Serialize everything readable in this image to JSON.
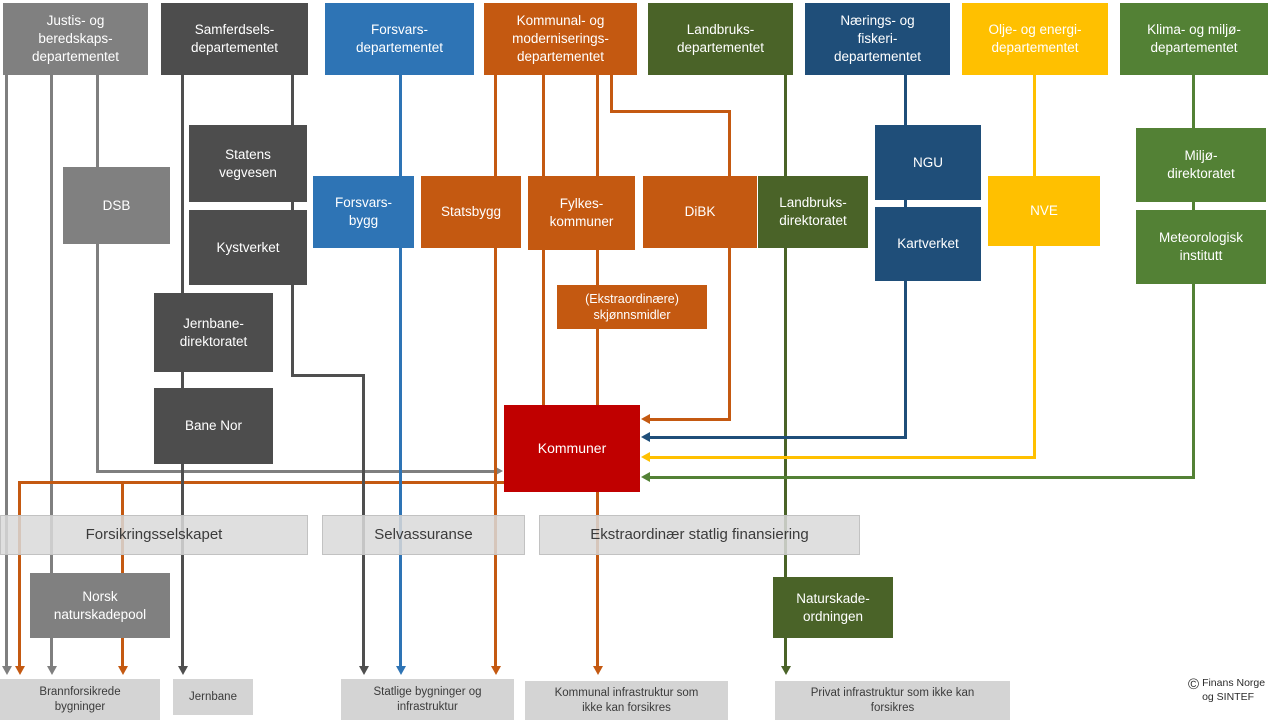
{
  "palette": {
    "gray": "#808080",
    "dark_gray": "#4d4d4d",
    "blue": "#2e74b5",
    "orange": "#c45911",
    "dark_green": "#4a6328",
    "navy": "#1f4e79",
    "yellow": "#ffc000",
    "green": "#538135",
    "red": "#c00000",
    "bar_gray": "#d9d9d9",
    "bottom_box_gray": "#d4d4d4"
  },
  "nodes": {
    "justis": {
      "label": "Justis- og\nberedskaps-\ndepartementet"
    },
    "samferdsels": {
      "label": "Samferdsels-\ndepartementet"
    },
    "forsvars": {
      "label": "Forsvars-\ndepartementet"
    },
    "kommunal": {
      "label": "Kommunal- og\nmoderniserings-\ndepartementet"
    },
    "landbruks": {
      "label": "Landbruks-\ndepartementet"
    },
    "naerings": {
      "label": "Nærings- og\nfiskeri-\ndepartementet"
    },
    "olje": {
      "label": "Olje- og energi-\ndepartementet"
    },
    "klima": {
      "label": "Klima- og miljø-\ndepartementet"
    },
    "dsb": {
      "label": "DSB"
    },
    "statens_vegvesen": {
      "label": "Statens\nvegvesen"
    },
    "kystverket": {
      "label": "Kystverket"
    },
    "forsvarsbygg": {
      "label": "Forsvars-\nbygg"
    },
    "statsbygg": {
      "label": "Statsbygg"
    },
    "fylkeskommuner": {
      "label": "Fylkes-\nkommuner"
    },
    "dibk": {
      "label": "DiBK"
    },
    "landbruksdirektoratet": {
      "label": "Landbruks-\ndirektoratet"
    },
    "ngu": {
      "label": "NGU"
    },
    "kartverket": {
      "label": "Kartverket"
    },
    "nve": {
      "label": "NVE"
    },
    "miljodirektoratet": {
      "label": "Miljø-\ndirektoratet"
    },
    "meteorologisk": {
      "label": "Meteorologisk\ninstitutt"
    },
    "jernbanedirektoratet": {
      "label": "Jernbane-\ndirektoratet"
    },
    "banenor": {
      "label": "Bane Nor"
    },
    "skjonnsmidler": {
      "label": "(Ekstraordinære)\nskjønnsmidler"
    },
    "kommuner": {
      "label": "Kommuner"
    },
    "forsikringsselskapet": {
      "label": "Forsikringsselskapet"
    },
    "selvassuranse": {
      "label": "Selvassuranse"
    },
    "ekstraordinaer": {
      "label": "Ekstraordinær statlig finansiering"
    },
    "naturskadepool": {
      "label": "Norsk\nnaturskadepool"
    },
    "naturskadeordningen": {
      "label": "Naturskade-\nordningen"
    },
    "brannforsikrede": {
      "label": "Brannforsikrede\nbygninger"
    },
    "jernbane": {
      "label": "Jernbane"
    },
    "statlige_bygninger": {
      "label": "Statlige bygninger og\ninfrastruktur"
    },
    "kommunal_infrastruktur": {
      "label": "Kommunal infrastruktur som\nikke kan forsikres"
    },
    "privat_infrastruktur": {
      "label": "Privat infrastruktur som ikke kan\nforsikres"
    }
  },
  "copyright": {
    "symbol": "©",
    "text": "Finans Norge\nog SINTEF"
  }
}
